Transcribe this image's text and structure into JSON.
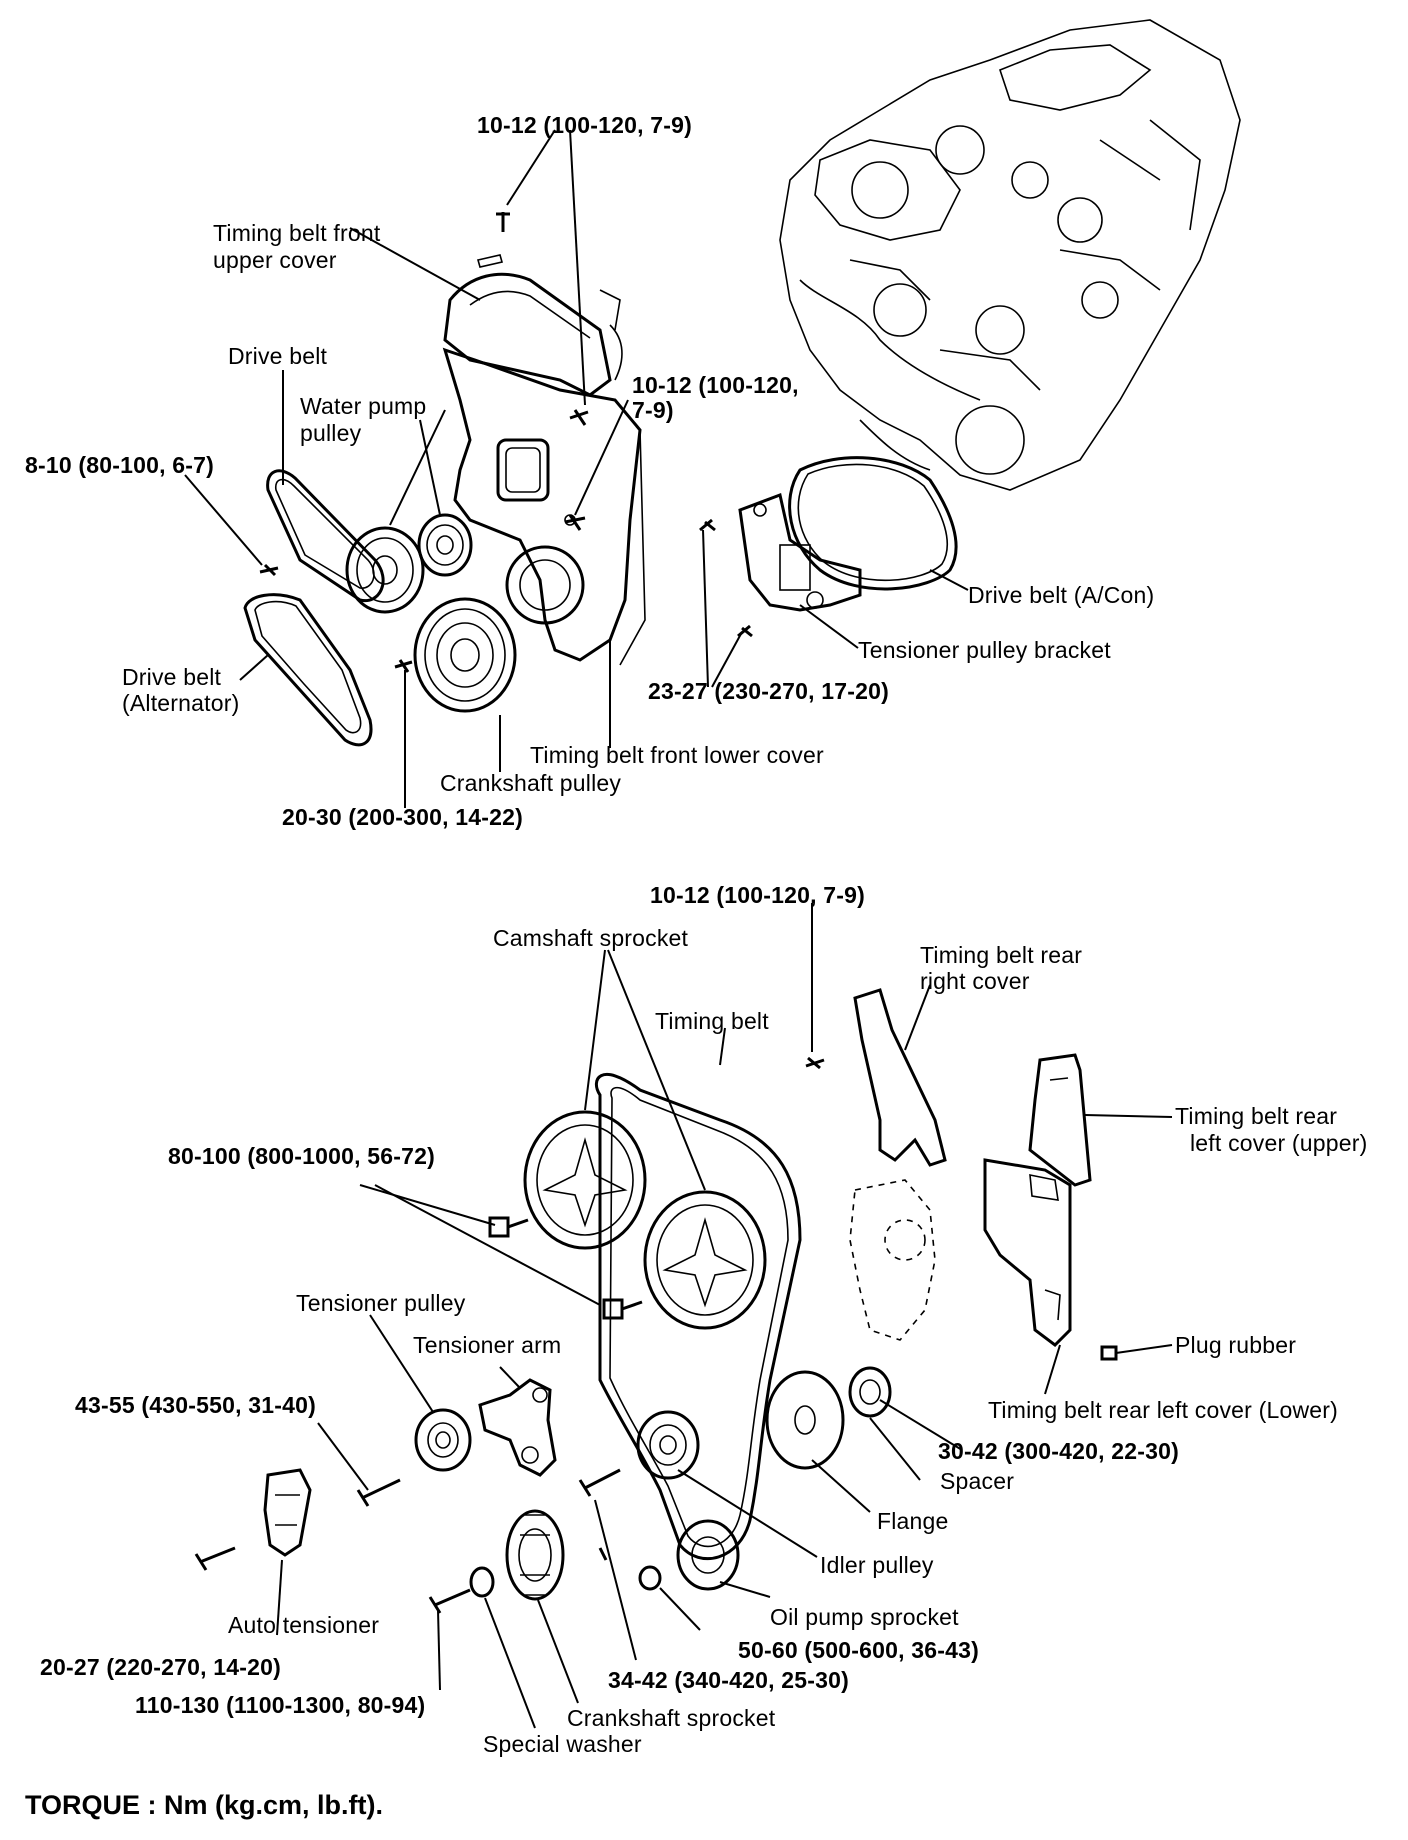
{
  "labels": {
    "torque_10_12_top": "10-12 (100-120, 7-9)",
    "timing_belt_front_upper_cover": "Timing belt front upper cover",
    "drive_belt": "Drive belt",
    "water_pump_pulley": "Water pump pulley",
    "torque_10_12_mid_a": "10-12 (100-120,",
    "torque_10_12_mid_b": "7-9)",
    "torque_8_10": "8-10 (80-100, 6-7)",
    "drive_belt_alternator_a": "Drive belt",
    "drive_belt_alternator_b": "(Alternator)",
    "drive_belt_acon": "Drive belt (A/Con)",
    "tensioner_pulley_bracket": "Tensioner pulley bracket",
    "torque_23_27": "23-27 (230-270, 17-20)",
    "timing_belt_front_lower_cover": "Timing belt front lower cover",
    "crankshaft_pulley": "Crankshaft pulley",
    "torque_20_30": "20-30 (200-300, 14-22)",
    "torque_10_12_bottom": "10-12 (100-120, 7-9)",
    "camshaft_sprocket": "Camshaft sprocket",
    "timing_belt_rear_right_cover_a": "Timing belt rear",
    "timing_belt_rear_right_cover_b": "right cover",
    "timing_belt": "Timing belt",
    "torque_80_100": "80-100 (800-1000, 56-72)",
    "timing_belt_rear_left_upper_a": "Timing belt rear",
    "timing_belt_rear_left_upper_b": "left cover (upper)",
    "tensioner_pulley": "Tensioner pulley",
    "tensioner_arm": "Tensioner arm",
    "plug_rubber": "Plug rubber",
    "torque_43_55": "43-55 (430-550, 31-40)",
    "timing_belt_rear_left_lower": "Timing belt rear left cover (Lower)",
    "torque_30_42": "30-42 (300-420, 22-30)",
    "spacer": "Spacer",
    "flange": "Flange",
    "idler_pulley": "Idler pulley",
    "oil_pump_sprocket": "Oil pump sprocket",
    "auto_tensioner": "Auto tensioner",
    "torque_50_60": "50-60 (500-600, 36-43)",
    "torque_20_27": "20-27 (220-270, 14-20)",
    "torque_34_42": "34-42 (340-420, 25-30)",
    "torque_110_130": "110-130 (1100-1300, 80-94)",
    "crankshaft_sprocket": "Crankshaft sprocket",
    "special_washer": "Special washer"
  },
  "footer": {
    "torque_units": "TORQUE : Nm (kg.cm, lb.ft)."
  }
}
